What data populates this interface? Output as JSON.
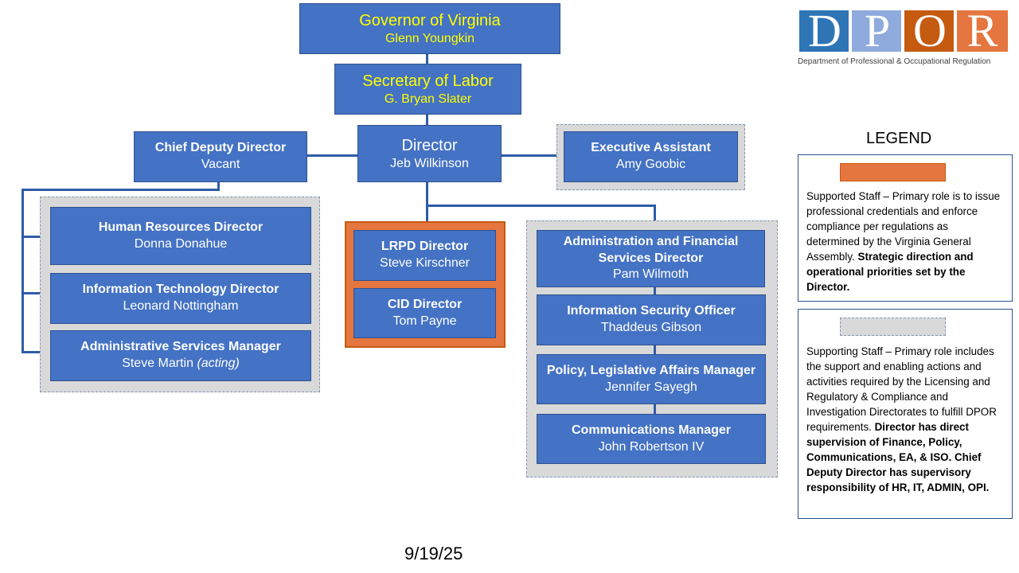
{
  "governor": {
    "title": "Governor of Virginia",
    "name": "Glenn Youngkin"
  },
  "secretary": {
    "title": "Secretary of Labor",
    "name": "G. Bryan Slater"
  },
  "director": {
    "title": "Director",
    "name": "Jeb Wilkinson"
  },
  "chief_deputy": {
    "title": "Chief Deputy Director",
    "name": "Vacant"
  },
  "exec_assistant": {
    "title": "Executive Assistant",
    "name": "Amy Goobic"
  },
  "left_group": [
    {
      "title": "Human Resources Director",
      "name": "Donna Donahue"
    },
    {
      "title": "Information Technology Director",
      "name": "Leonard Nottingham"
    },
    {
      "title": "Administrative Services Manager",
      "name": "Steve Martin",
      "name_suffix": "(acting)"
    }
  ],
  "center_group": [
    {
      "title": "LRPD Director",
      "name": "Steve Kirschner"
    },
    {
      "title": "CID Director",
      "name": "Tom Payne"
    }
  ],
  "right_group": [
    {
      "title_line1": "Administration and Financial",
      "title_line2": "Services Director",
      "name": "Pam Wilmoth"
    },
    {
      "title": "Information Security Officer",
      "name": "Thaddeus Gibson"
    },
    {
      "title": "Policy, Legislative Affairs Manager",
      "name": "Jennifer Sayegh"
    },
    {
      "title": "Communications Manager",
      "name": "John Robertson IV"
    }
  ],
  "logo": {
    "text": "DPOR",
    "subtitle": "Department of Professional & Occupational Regulation"
  },
  "legend": {
    "title": "LEGEND",
    "supported": {
      "swatch_color": "#e57640",
      "text": "Supported Staff – Primary role is to issue professional credentials and enforce compliance per regulations as determined by the Virginia General Assembly.",
      "bold": "Strategic direction and operational priorities set by the Director."
    },
    "supporting": {
      "swatch_color": "#d9d9d9",
      "text": "Supporting Staff – Primary role includes the support and enabling actions and activities required by the Licensing and Regulatory & Compliance and Investigation Directorates to fulfill DPOR requirements.",
      "bold": "Director has direct supervision of Finance, Policy, Communications, EA, & ISO. Chief Deputy Director has supervisory responsibility of HR, IT, ADMIN, OPI."
    }
  },
  "colors": {
    "box": "#4472c4",
    "line": "#2e5ca8",
    "accent_text": "#ffff00",
    "supported": "#e57640",
    "supporting": "#d9d9d9"
  },
  "date": "9/19/25"
}
